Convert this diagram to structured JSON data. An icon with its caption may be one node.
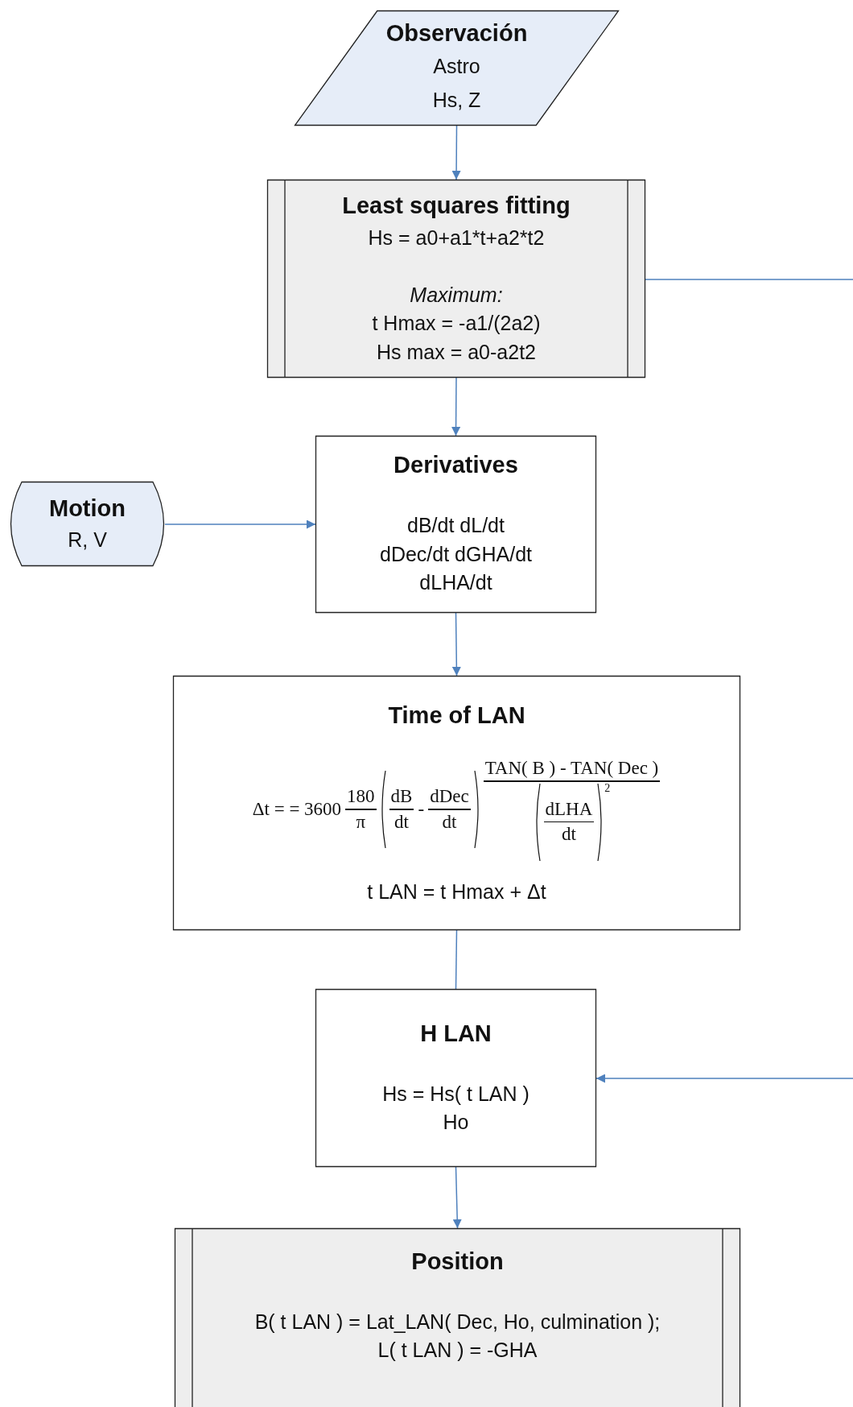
{
  "diagram": {
    "nodes": [
      {
        "text": [
          "Observación",
          "Astro",
          "Hs, Z"
        ]
      },
      {
        "text": [
          "Least squares fitting",
          "Hs = a0+a1*t+a2*t2",
          "Maximum:",
          "t Hmax = -a1/(2a2)",
          "Hs max = a0-a2t2"
        ]
      },
      {
        "text": [
          "Motion",
          "R, V"
        ]
      },
      {
        "text": [
          "Derivatives",
          "dB/dt dL/dt",
          "dDec/dt   dGHA/dt",
          "dLHA/dt"
        ]
      },
      {
        "text": [
          "Time of LAN",
          "Δt = = 3600",
          "180",
          "π",
          "dB",
          "dt",
          "-",
          "dDec",
          "dt",
          "TAN( B ) - TAN( Dec )",
          "dLHA",
          "dt",
          "2",
          "t LAN = t Hmax + Δt"
        ]
      },
      {
        "text": [
          "H LAN",
          "Hs = Hs( t LAN )",
          "Ho"
        ]
      },
      {
        "text": [
          "Position",
          "B( t LAN ) = Lat_LAN( Dec, Ho, culmination );",
          "L( t LAN ) = -GHA"
        ]
      }
    ],
    "edges": [
      {
        "from": 0,
        "to": 1,
        "arrow": "to"
      },
      {
        "from": 1,
        "to": 3,
        "arrow": "to"
      },
      {
        "from": 2,
        "to": 3,
        "arrow": "to"
      },
      {
        "from": 3,
        "to": 4,
        "arrow": "to"
      },
      {
        "from": 4,
        "to": 5,
        "arrow": "none"
      },
      {
        "from": 5,
        "to": 6,
        "arrow": "to"
      },
      {
        "from": 1,
        "to": 5,
        "arrow": "to"
      }
    ]
  }
}
